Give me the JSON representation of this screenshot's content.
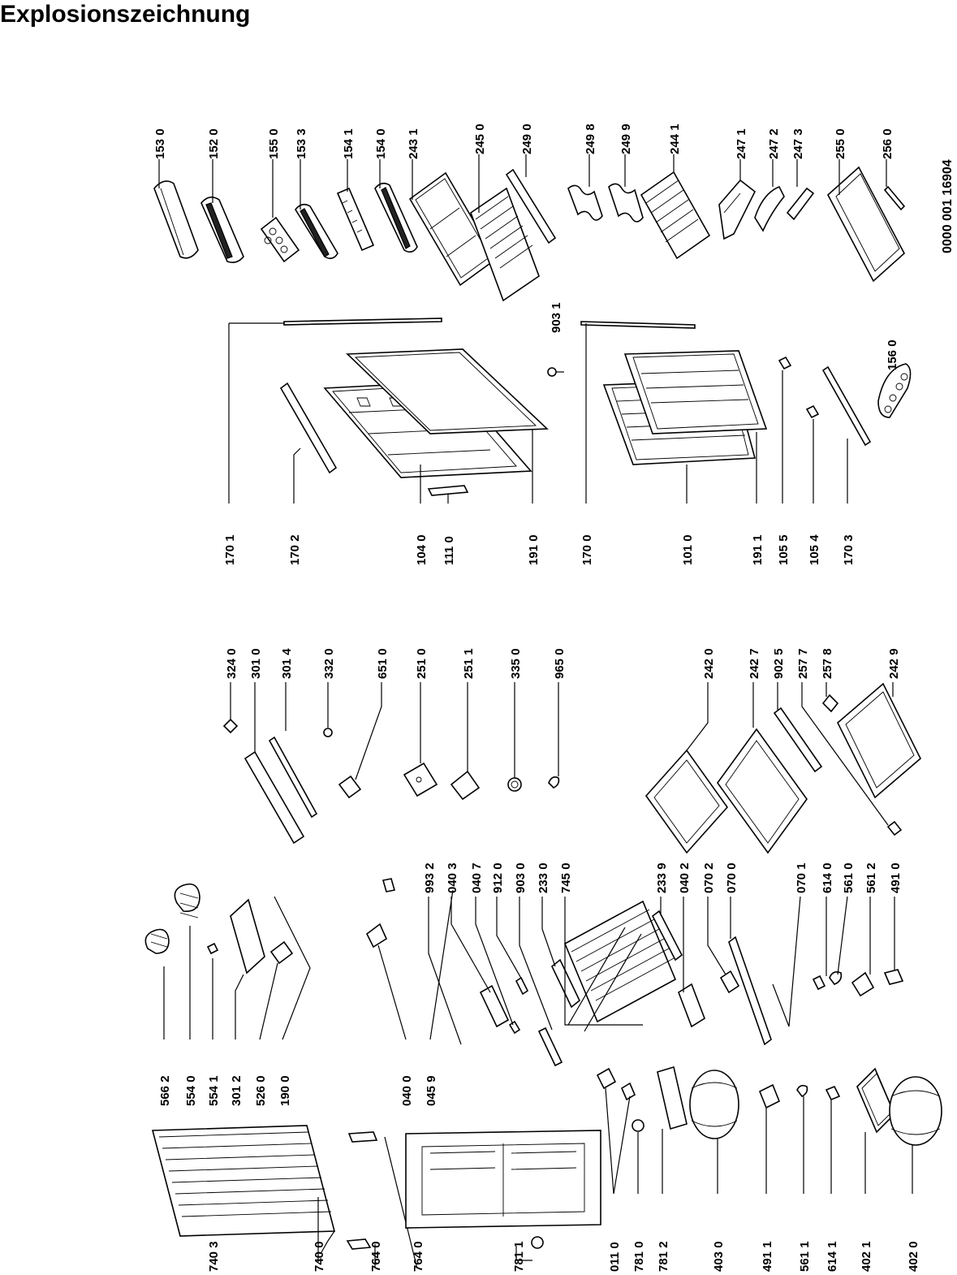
{
  "title": "Explosionszeichnung",
  "document_number": "0000 001 16904",
  "labels": [
    "153 0",
    "152 0",
    "155 0",
    "153 3",
    "154 1",
    "154 0",
    "243 1",
    "245 0",
    "249 0",
    "249 8",
    "249 9",
    "244 1",
    "247 1",
    "247 2",
    "247 3",
    "255 0",
    "256 0",
    "903 1",
    "156 0",
    "170 1",
    "170 2",
    "104 0",
    "111 0",
    "191 0",
    "170 0",
    "101 0",
    "191 1",
    "105 5",
    "105 4",
    "170 3",
    "324 0",
    "301 0",
    "301 4",
    "332 0",
    "651 0",
    "251 0",
    "251 1",
    "335 0",
    "965 0",
    "242 0",
    "242 7",
    "902 5",
    "257 7",
    "257 8",
    "242 9",
    "566 2",
    "554 0",
    "554 1",
    "301 2",
    "526 0",
    "190 0",
    "040 0",
    "045 9",
    "993 2",
    "040 3",
    "040 7",
    "912 0",
    "903 0",
    "233 0",
    "745 0",
    "233 9",
    "040 2",
    "070 2",
    "070 0",
    "070 1",
    "614 0",
    "561 0",
    "561 2",
    "491 0",
    "740 3",
    "740 0",
    "764 0",
    "764 0",
    "781 1",
    "011 0",
    "781 0",
    "781 2",
    "403 0",
    "491 1",
    "561 1",
    "614 1",
    "402 1",
    "402 0"
  ]
}
